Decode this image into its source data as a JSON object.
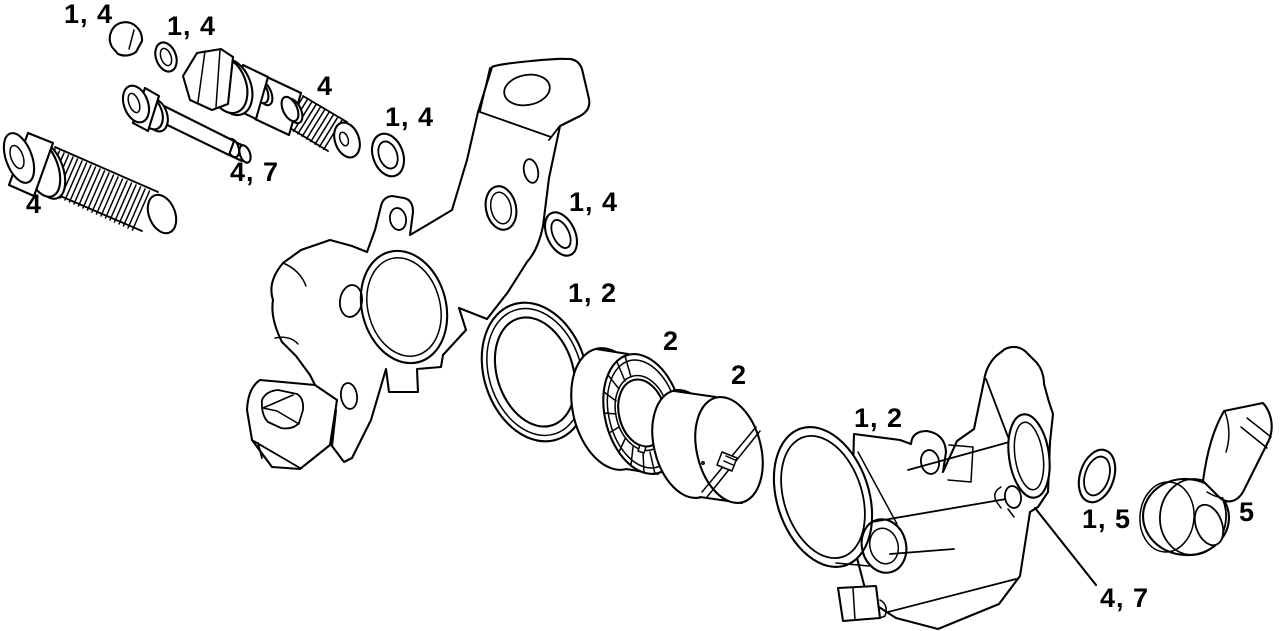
{
  "diagram": {
    "type": "exploded-parts-diagram",
    "subject": "Hydraulic disc brake caliper assembly",
    "background_color": "#ffffff",
    "line_color": "#000000",
    "label_color": "#000000",
    "callouts": [
      {
        "text": "1, 4",
        "part": "dome-cap"
      },
      {
        "text": "1, 4",
        "part": "cap-washer"
      },
      {
        "text": "4",
        "part": "hex-flange-bolt"
      },
      {
        "text": "1, 4",
        "part": "oring-upper"
      },
      {
        "text": "4, 7",
        "part": "guide-pin-bolt"
      },
      {
        "text": "4",
        "part": "socket-head-mounting-bolt"
      },
      {
        "text": "1, 4",
        "part": "oring-middle"
      },
      {
        "text": "1, 2",
        "part": "bore-seal-ring"
      },
      {
        "text": "2",
        "part": "piston-seal-retainer"
      },
      {
        "text": "2",
        "part": "piston"
      },
      {
        "text": "1, 2",
        "part": "outer-caliper-half"
      },
      {
        "text": "1, 5",
        "part": "hose-fitting-oring"
      },
      {
        "text": "5",
        "part": "hose-banjo-fitting"
      },
      {
        "text": "4, 7",
        "part": "bleed-fitting"
      }
    ]
  }
}
